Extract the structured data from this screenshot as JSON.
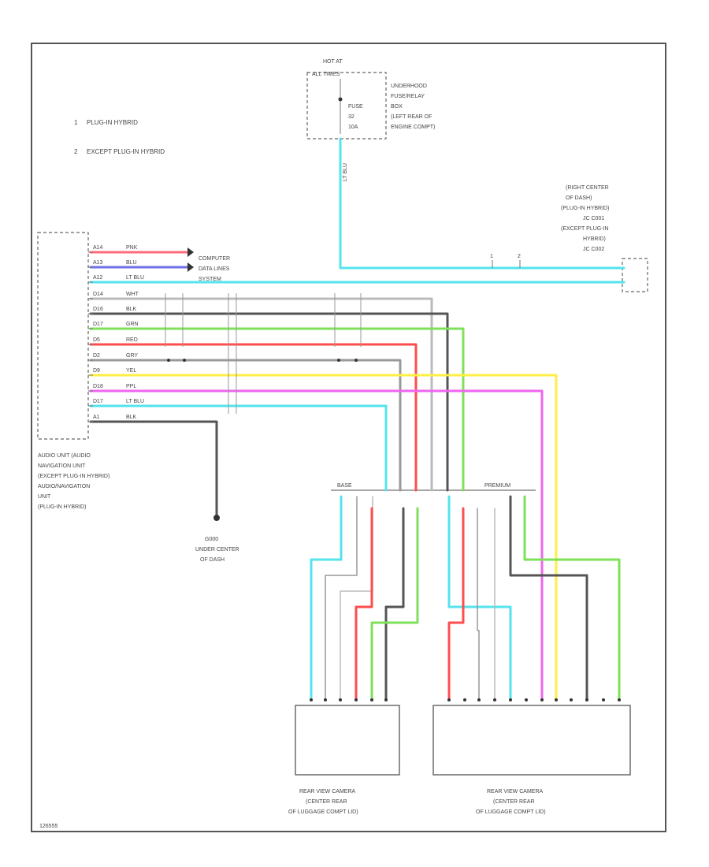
{
  "legend": [
    {
      "num": "1",
      "text": "PLUG-IN HYBRID"
    },
    {
      "num": "2",
      "text": "EXCEPT PLUG-IN HYBRID"
    }
  ],
  "fuse_box": {
    "hot_at": "HOT AT",
    "hot_at_2": "ALL TIMES",
    "fuse_label": "FUSE",
    "fuse_num": "32",
    "fuse_amps": "10A",
    "desc": [
      "UNDERHOOD",
      "FUSE/RELAY",
      "BOX",
      "(LEFT REAR OF",
      "ENGINE COMPT)"
    ]
  },
  "right_connector": {
    "desc": [
      "(RIGHT CENTER",
      "OF DASH)",
      "(PLUG-IN HYBRID)",
      "JC C001",
      "(EXCEPT PLUG-IN",
      "HYBRID)",
      "JC C002"
    ]
  },
  "computer_data": [
    "COMPUTER",
    "DATA LINES",
    "SYSTEM"
  ],
  "audio_unit": [
    "AUDIO UNIT (AUDIO",
    "NAVIGATION UNIT",
    "(EXCEPT PLUG-IN HYBRID)",
    "AUDIO/NAVIGATION",
    "UNIT",
    "(PLUG-IN HYBRID)"
  ],
  "ground": {
    "id": "G000",
    "desc": [
      "UNDER CENTER",
      "OF DASH"
    ]
  },
  "branch_labels": {
    "left": "BASE",
    "right": "PREMIUM"
  },
  "camera_left": [
    "REAR VIEW CAMERA",
    "(CENTER REAR",
    "OF LUGGAGE COMPT LID)"
  ],
  "camera_right": [
    "REAR VIEW CAMERA",
    "(CENTER REAR",
    "OF LUGGAGE COMPT LID)"
  ],
  "pin_wires": [
    {
      "pin": "A14",
      "color": "PNK"
    },
    {
      "pin": "A13",
      "color": "BLU"
    },
    {
      "pin": "A12",
      "color": "LT BLU"
    },
    {
      "pin": "D14",
      "color": "WHT"
    },
    {
      "pin": "D16",
      "color": "BLK"
    },
    {
      "pin": "D17",
      "color": "GRN"
    },
    {
      "pin": "D5",
      "color": "RED"
    },
    {
      "pin": "D2",
      "color": "GRY"
    },
    {
      "pin": "D9",
      "color": "YEL"
    },
    {
      "pin": "D18",
      "color": "PPL"
    },
    {
      "pin": "D17",
      "color": "LT BLU"
    },
    {
      "pin": "A1",
      "color": "BLK"
    }
  ],
  "colors": {
    "pink": "#ff6b78",
    "blue": "#6f6fe8",
    "lt_blu": "#55e3ec",
    "white_wire": "#bbbbbb",
    "black": "#555555",
    "green": "#7fe05a",
    "red": "#ff4d4d",
    "grey": "#999999",
    "yellow": "#ffee44",
    "purple": "#ef66ef"
  },
  "footer_code": "126555"
}
